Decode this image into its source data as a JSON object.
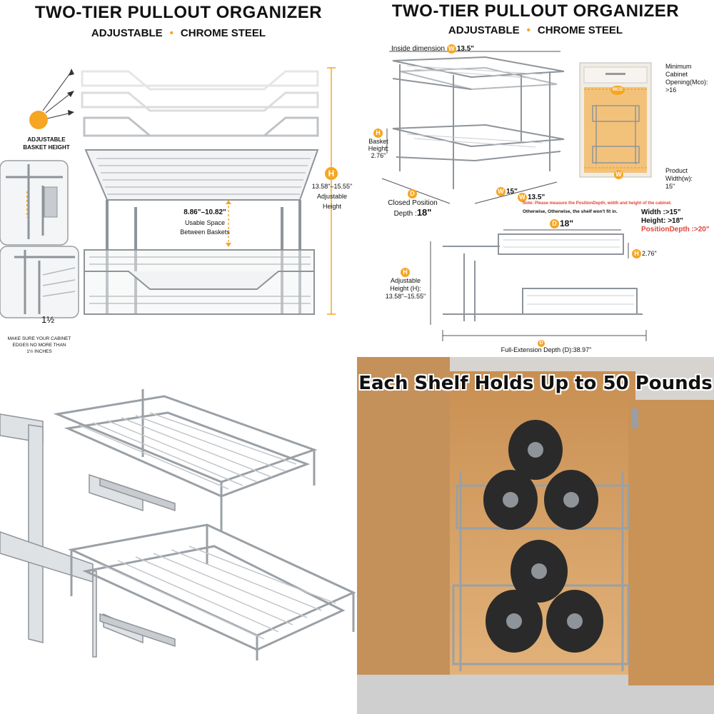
{
  "panel1": {
    "title": "TWO-TIER PULLOUT ORGANIZER",
    "sub_left": "ADJUSTABLE",
    "sub_right": "CHROME STEEL",
    "adjustable_basket_height": "ADJUSTABLE BASKET HEIGHT",
    "space_range": "8.86\"–10.82\"",
    "space_label1": "Usable Space",
    "space_label2": "Between Baskets",
    "height_badge": "H",
    "height_range": "13.58\"–15.55\"",
    "height_label1": "Adjustable",
    "height_label2": "Height",
    "edge_value": "1½",
    "note_line1": "MAKE SURE YOUR CABINET",
    "note_line2": "EDGES NO MORE THAN",
    "note_line3": "1½ INCHES"
  },
  "panel2": {
    "title": "TWO-TIER PULLOUT ORGANIZER",
    "sub_left": "ADJUSTABLE",
    "sub_right": "CHROME STEEL",
    "inside_dimension_label": "Inside dimension",
    "inside_dimension_badge": "W",
    "inside_dimension_value": "13.5\"",
    "min_cabinet_l1": "Minimum",
    "min_cabinet_l2": "Cabinet",
    "min_cabinet_l3": "Opening(Mco):",
    "min_cabinet_l4": ">16",
    "mco_badge": "MCO",
    "w_badge": "W",
    "basket_height_badge": "H",
    "basket_height_l1": "Basket",
    "basket_height_l2": "Height:",
    "basket_height_l3": "2.76\"",
    "closed_depth_badge": "D",
    "closed_depth_l1": "Closed Position",
    "closed_depth_l2": "Depth :",
    "closed_depth_value": "18\"",
    "width_outer_badge": "W",
    "width_outer_value": "15\"",
    "width_inner_badge": "W",
    "width_inner_value": "13.5\"",
    "product_width_l1": "Product",
    "product_width_l2": "Width(w):",
    "product_width_l3": "15\"",
    "note_red": "Note: Please measure the PositionDepth, width and height of the cabinet.",
    "note_black": "Otherwise, Otherwise, the shelf won't fit in.",
    "req_width": "Width :>15\"",
    "req_height": "Height: >18\"",
    "req_position_depth": "PositionDepth :>20\"",
    "depth18_badge": "D",
    "depth18_value": "18\"",
    "h276_badge": "H",
    "h276_value": "2.76\"",
    "adj_height_badge": "H",
    "adj_height_l1": "Adjustable",
    "adj_height_l2": "Height (H):",
    "adj_height_l3": "13.58\"–15.55\"",
    "full_ext_badge": "D",
    "full_ext_value": "Full-Extension Depth (D):38.97\""
  },
  "panel4": {
    "title": "Each Shelf Holds Up to 50 Pounds"
  },
  "colors": {
    "accent": "#f5a623",
    "chrome": "#c8ccd0",
    "chrome_dark": "#8e949a",
    "note_red": "#e0443a",
    "wood": "#d49a5a",
    "dumbbell": "#2a2a2a"
  }
}
